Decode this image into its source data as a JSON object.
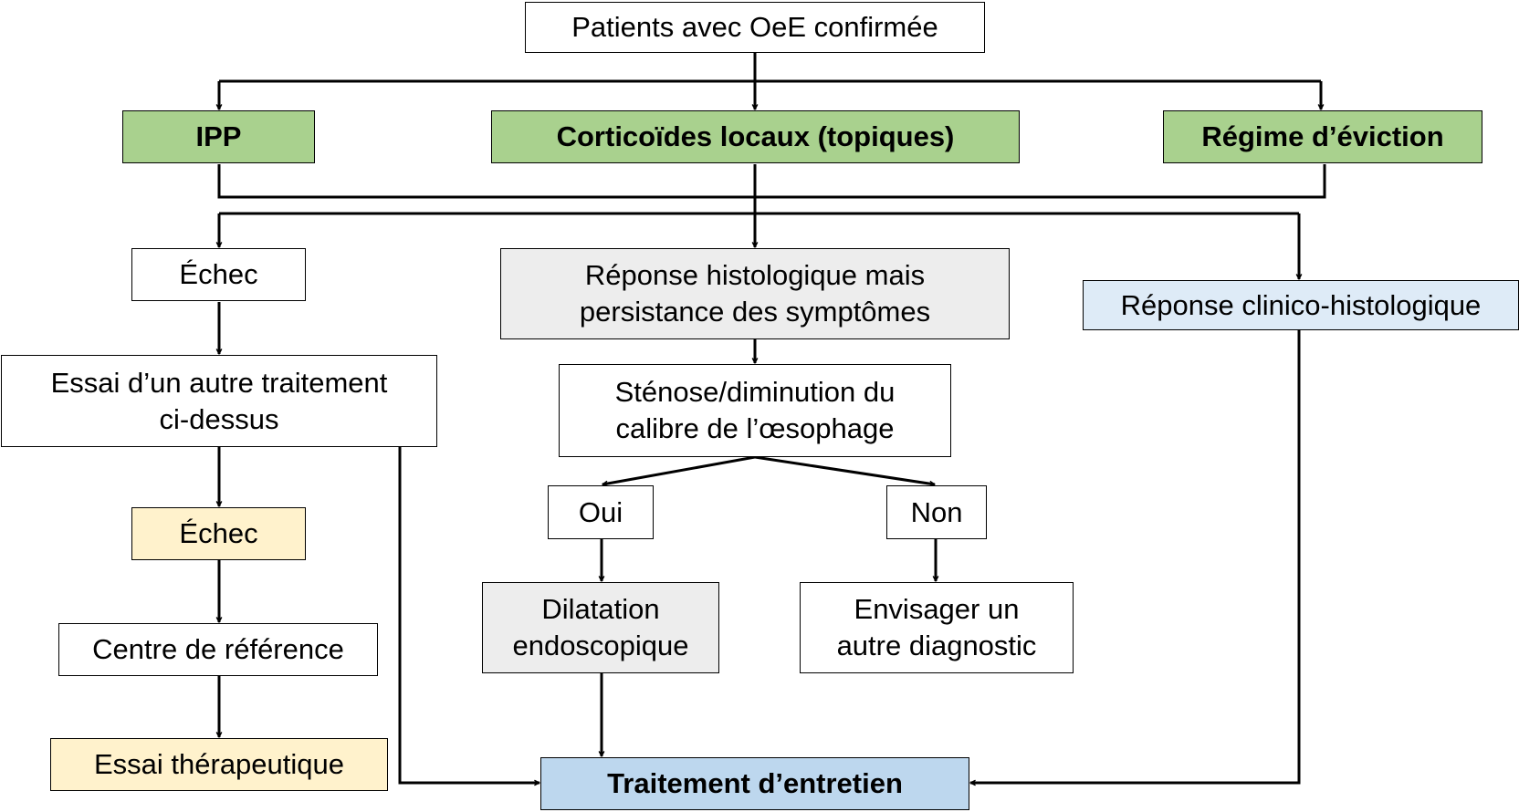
{
  "nodes": {
    "patients": "Patients avec OeE confirmée",
    "ipp": "IPP",
    "corticoides": "Corticoïdes locaux (topiques)",
    "regime": "Régime d’éviction",
    "echec_1": "Échec",
    "reponse_histo_line1": "Réponse histologique mais",
    "reponse_histo_line2": "persistance des symptômes",
    "reponse_clinico": "Réponse clinico-histologique",
    "essai_autre_line1": "Essai d’un autre traitement",
    "essai_autre_line2": "ci-dessus",
    "stenose_line1": "Sténose/diminution du",
    "stenose_line2": "calibre de l’œsophage",
    "oui": "Oui",
    "non": "Non",
    "echec_2": "Échec",
    "dilatation_line1": "Dilatation",
    "dilatation_line2": "endoscopique",
    "envisager_line1": "Envisager un",
    "envisager_line2": "autre diagnostic",
    "centre_reference": "Centre de référence",
    "essai_therapeutique": "Essai thérapeutique",
    "traitement_entretien": "Traitement d’entretien"
  },
  "colors": {
    "green": "#a9d18e",
    "grey": "#ededed",
    "yellow": "#fff2cc",
    "light_blue": "#deebf7",
    "blue": "#bdd7ee",
    "line": "#000000"
  }
}
